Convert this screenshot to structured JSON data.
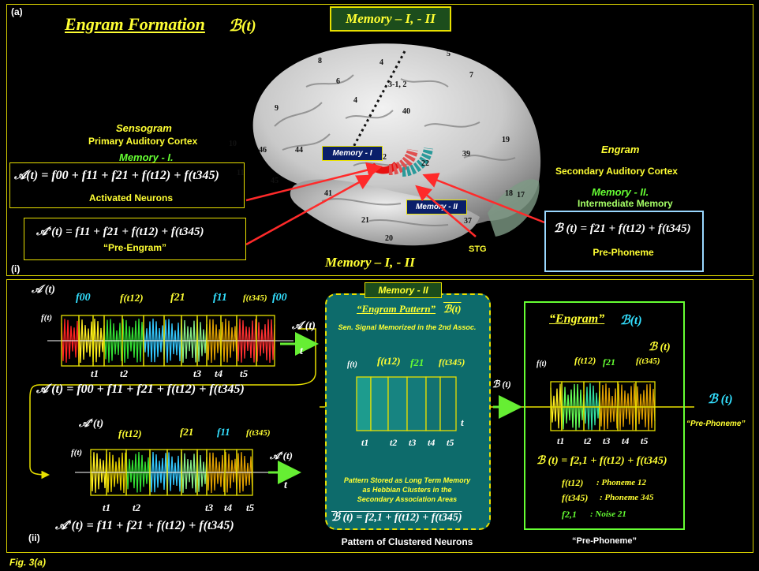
{
  "panel_a": {
    "tag": "(a)",
    "title": "Engram Formation",
    "title_func": "ℬ(t)",
    "top_label": "Memory – I, - II",
    "bottom_label": "Memory – I, - II",
    "sub_tag": "(i)",
    "left": {
      "sensogram": "Sensogram",
      "cortex": "Primary Auditory Cortex",
      "memory": "Memory - I.",
      "formula1": "𝒜(t) =  f00  + f11  + f21  +  f(t12)  +  f(t345)",
      "formula1_caption": "Activated Neurons",
      "formula2": "𝒜’(t) =  f11 + f21 +  f(t12) +  f(t345)",
      "formula2_caption": "“Pre-Engram”"
    },
    "right": {
      "engram": "Engram",
      "cortex": "Secondary Auditory Cortex",
      "memory": "Memory - II.",
      "intermediate": "Intermediate Memory",
      "formula": "ℬ (t) =  f21  +  f(t12)  +  f(t345)",
      "caption": "Pre-Phoneme"
    },
    "brain": {
      "memory1_tag": "Memory - I",
      "memory2_tag": "Memory - II",
      "stg": "STG",
      "area_numbers": [
        "8",
        "4",
        "5",
        "7",
        "6",
        "3-1, 2",
        "4",
        "40",
        "9",
        "19",
        "10",
        "46",
        "44",
        "39",
        "45",
        "22",
        "41",
        "42",
        "18",
        "17",
        "21",
        "37",
        "20",
        "11"
      ]
    }
  },
  "panel_b": {
    "sub_tag": "(ii)",
    "figure_label": "Fig. 3(a)",
    "left_top": {
      "y_label": "𝒜 (t)",
      "f_label": "f(t)",
      "components": [
        "f00",
        "f(t12)",
        "f21",
        "f11",
        "f(t345)",
        "f00"
      ],
      "times": [
        "t1",
        "t2",
        "t3",
        "t4",
        "t5"
      ],
      "formula": "𝒜 (t) =  f00  + f11  +  f21  +  f(t12)  +  f(t345)",
      "side_label": "𝒜 (t)",
      "t_axis": "t"
    },
    "left_bottom": {
      "y_label": "𝒜’(t)",
      "f_label": "f(t)",
      "components": [
        "f(t12)",
        "f21",
        "f11",
        "f(t345)"
      ],
      "times": [
        "t1",
        "t2",
        "t3",
        "t4",
        "t5"
      ],
      "formula": "𝒜’(t) =  f11  +  f21  +  f(t12)  +  f(t345)",
      "side_label": "𝒜’(t)",
      "t_axis": "t"
    },
    "middle": {
      "header": "Memory - II",
      "pattern_title": "“Engram Pattern”",
      "pattern_func": "ℬ(t)",
      "signal_note": "Sen. Signal Memorized in the 2nd Assoc.",
      "f_label": "f(t)",
      "components": [
        "f(t12)",
        "f21",
        "f(t345)"
      ],
      "times": [
        "t1",
        "t2",
        "t3",
        "t4",
        "t5"
      ],
      "t_axis": "t",
      "stored_note_1": "Pattern Stored as Long Term Memory",
      "stored_note_2": "as Hebbian Clusters in the",
      "stored_note_3": "Secondary Association Areas",
      "formula": "ℬ (t) =   f2,1  +  f(t12)  +  f(t345)",
      "caption": "Pattern of Clustered Neurons",
      "side_label": "ℬ (t)"
    },
    "right": {
      "title": "“Engram”",
      "title_func": "ℬ(t)",
      "graph_label": "ℬ (t)",
      "f_label": "f(t)",
      "components": [
        "f(t12)",
        "f21",
        "f(t345)"
      ],
      "times": [
        "t1",
        "t2",
        "t3",
        "t4",
        "t5"
      ],
      "formula": "ℬ (t)  =  f2,1 + f(t12) + f(t345)",
      "legend": [
        {
          "key": "f(t12)",
          "desc": ": Phoneme 12"
        },
        {
          "key": "f(t345)",
          "desc": ": Phoneme 345"
        },
        {
          "key": "f2,1",
          "desc": ":  Noise 21"
        }
      ],
      "caption": "“Pre-Phoneme”",
      "outside_label": "ℬ (t)",
      "outside_caption": "“Pre-Phoneme”"
    }
  },
  "colors": {
    "frame": "#d8d000",
    "yellow": "#ffff33",
    "cyan": "#33e0ff",
    "green": "#66ff33",
    "teal_box": "#0d6b6b",
    "arrow": "#66ee33",
    "red": "#ff2a2a"
  }
}
